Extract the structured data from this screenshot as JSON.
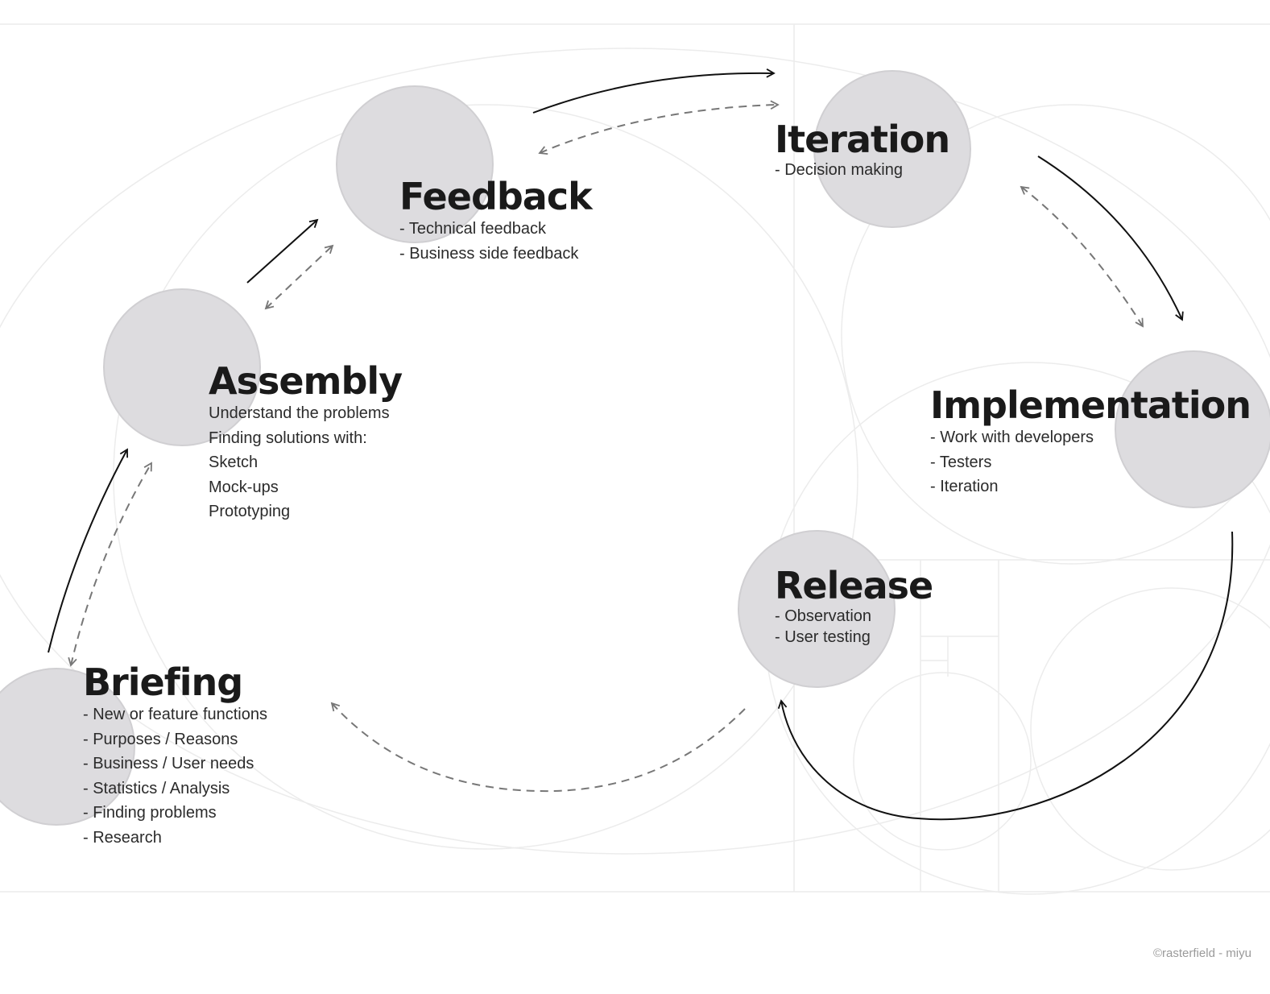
{
  "stages": {
    "feedback": {
      "title": "Feedback",
      "items": [
        "- Technical feedback",
        "- Business side feedback"
      ]
    },
    "iteration": {
      "title": "Iteration",
      "items": [
        "- Decision making"
      ]
    },
    "assembly": {
      "title": "Assembly",
      "items": [
        "Understand the problems",
        "Finding solutions with:",
        "Sketch",
        "Mock-ups",
        "Prototyping"
      ]
    },
    "implementation": {
      "title": "Implementation",
      "items": [
        "- Work with developers",
        "- Testers",
        "- Iteration"
      ]
    },
    "release": {
      "title": "Release",
      "items": [
        "- Observation",
        "- User testing"
      ]
    },
    "briefing": {
      "title": "Briefing",
      "items": [
        "- New or feature functions",
        "- Purposes / Reasons",
        "- Business / User needs",
        "- Statistics / Analysis",
        "- Finding problems",
        "- Research"
      ]
    }
  },
  "credit": "©rasterfield - miyu",
  "colors": {
    "node_fill": "#dddcdf",
    "arrow_solid": "#111111",
    "arrow_dashed": "#777777",
    "guides": "#ececec"
  }
}
